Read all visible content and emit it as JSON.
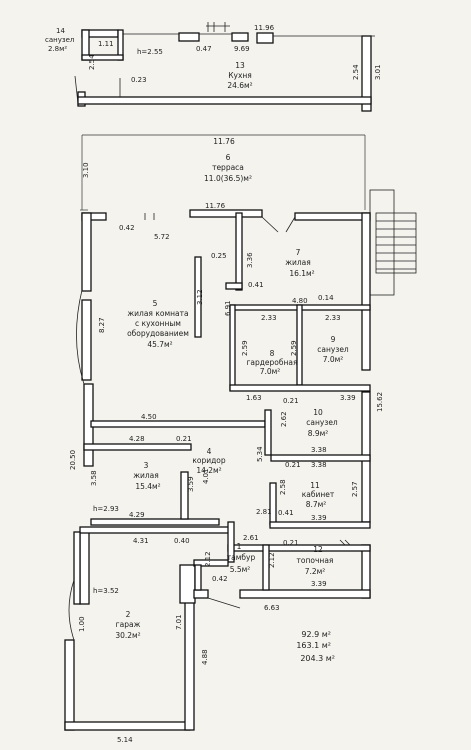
{
  "rooms": [
    {
      "id": "14",
      "name": "санузел",
      "area": "2.8м²"
    },
    {
      "id": "13",
      "name": "Кухня",
      "area": "24.6м²"
    },
    {
      "id": "6",
      "name": "терраса",
      "area": "11.0(36.5)м²"
    },
    {
      "id": "7",
      "name": "жилая",
      "area": "16.1м²"
    },
    {
      "id": "5",
      "name": "жилая комната",
      "name2": "с кухонным",
      "name3": "оборудованием",
      "area": "45.7м²"
    },
    {
      "id": "8",
      "name": "гардеробная",
      "area": "7.0м²"
    },
    {
      "id": "9",
      "name": "санузел",
      "area": "7.0м²"
    },
    {
      "id": "10",
      "name": "санузел",
      "area": "8.9м²"
    },
    {
      "id": "4",
      "name": "коридор",
      "area": "14.2м²"
    },
    {
      "id": "3",
      "name": "жилая",
      "area": "15.4м²"
    },
    {
      "id": "11",
      "name": "кабинет",
      "area": "8.7м²"
    },
    {
      "id": "1",
      "name": "тамбур",
      "area": "5.5м²"
    },
    {
      "id": "12",
      "name": "топочная",
      "area": "7.2м²"
    },
    {
      "id": "2",
      "name": "гараж",
      "area": "30.2м²"
    }
  ],
  "heights": {
    "kitchen": "h=2.55",
    "room3": "h=2.93",
    "garage": "h=3.52"
  },
  "dims": {
    "d11_96": "11.96",
    "d1_11": "1.11",
    "d0_47": "0.47",
    "d9_69": "9.69",
    "d2_54a": "2.54",
    "d0_23": "0.23",
    "d2_54b": "2.54",
    "d3_01": "3.01",
    "d11_76a": "11.76",
    "d3_10": "3.10",
    "d0_42a": "0.42",
    "d5_72": "5.72",
    "d11_76b": "11.76",
    "d0_25": "0.25",
    "d3_36": "3.36",
    "d0_41a": "0.41",
    "d8_27": "8.27",
    "d3_12": "3.12",
    "d6_91": "6.91",
    "d4_80": "4.80",
    "d0_14": "0.14",
    "d2_33a": "2.33",
    "d2_33b": "2.33",
    "d2_59a": "2.59",
    "d2_59b": "2.59",
    "d1_63": "1.63",
    "d0_21a": "0.21",
    "d3_39a": "3.39",
    "d15_62": "15.62",
    "d2_62": "2.62",
    "d4_50": "4.50",
    "d4_28": "4.28",
    "d0_21b": "0.21",
    "d3_38a": "3.38",
    "d5_34": "5.34",
    "d0_21c": "0.21",
    "d3_38b": "3.38",
    "d20_50": "20.50",
    "d3_58": "3.58",
    "d3_59": "3.59",
    "d4_01": "4.01",
    "d2_58": "2.58",
    "d2_57": "2.57",
    "d4_29": "4.29",
    "d2_81": "2.81",
    "d0_41b": "0.41",
    "d3_39b": "3.39",
    "d2_61": "2.61",
    "d4_31": "4.31",
    "d0_40": "0.40",
    "d2_12a": "2.12",
    "d0_21d": "0.21",
    "d2_12b": "2.12",
    "d0_42b": "0.42",
    "d3_39c": "3.39",
    "d6_63": "6.63",
    "d1_00": "1.00",
    "d7_01": "7.01",
    "d4_88": "4.88",
    "d5_14": "5.14"
  },
  "totals": [
    "92.9 м²",
    "163.1 м²",
    "204.3 м²"
  ]
}
